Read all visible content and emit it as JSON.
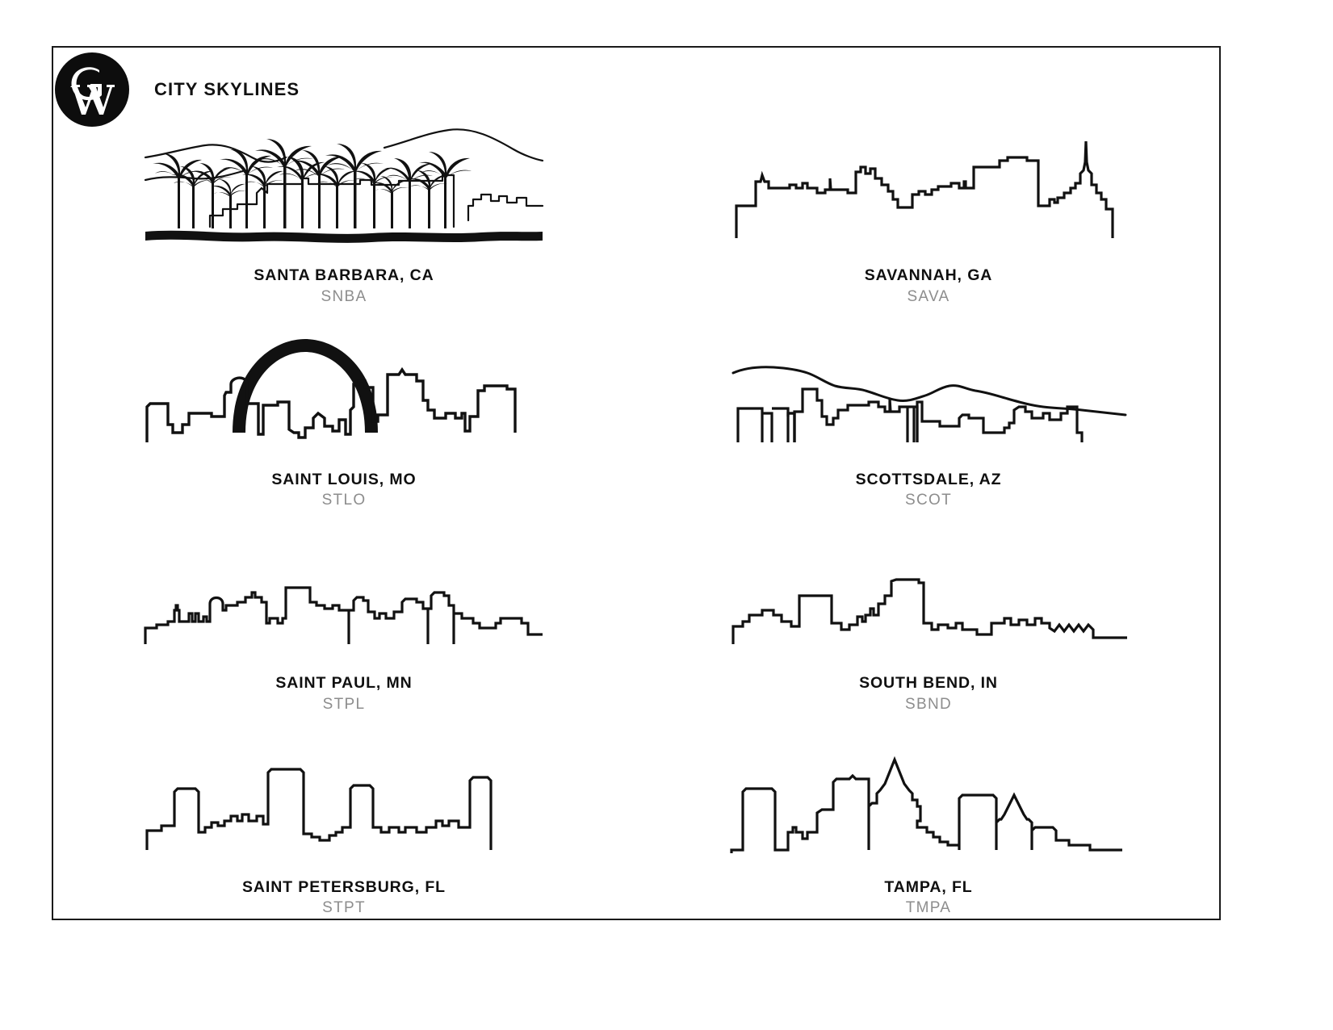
{
  "header": {
    "title": "CITY SKYLINES",
    "logo_icon": "gw-monogram-logo",
    "logo_letters": "GW"
  },
  "theme": {
    "ink": "#111111",
    "code_gray": "#8d8d8d",
    "background": "#ffffff",
    "frame": "#1a1a1a"
  },
  "cities": [
    {
      "name": "SANTA BARBARA, CA",
      "code": "SNBA",
      "art": "santa-barbara-palm-skyline"
    },
    {
      "name": "SAVANNAH, GA",
      "code": "SAVA",
      "art": "savannah-skyline"
    },
    {
      "name": "SAINT LOUIS, MO",
      "code": "STLO",
      "art": "saint-louis-gateway-arch-skyline"
    },
    {
      "name": "SCOTTSDALE, AZ",
      "code": "SCOT",
      "art": "scottsdale-mountain-skyline"
    },
    {
      "name": "SAINT PAUL, MN",
      "code": "STPL",
      "art": "saint-paul-skyline"
    },
    {
      "name": "SOUTH BEND, IN",
      "code": "SBND",
      "art": "south-bend-skyline"
    },
    {
      "name": "SAINT PETERSBURG, FL",
      "code": "STPT",
      "art": "saint-petersburg-skyline"
    },
    {
      "name": "TAMPA, FL",
      "code": "TMPA",
      "art": "tampa-skyline"
    }
  ]
}
